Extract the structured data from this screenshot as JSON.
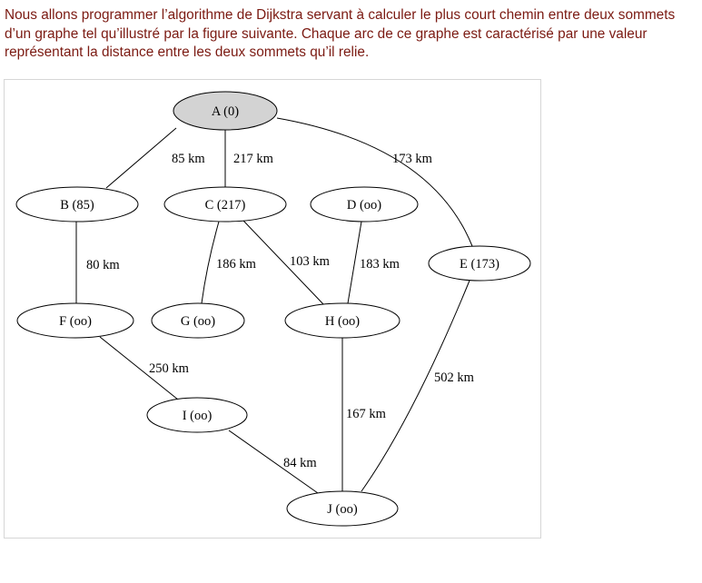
{
  "intro": {
    "lines": [
      "Nous allons programmer l’algorithme de Dijkstra servant à calculer le plus court chemin entre deux sommets",
      "d’un graphe tel qu’illustré par la figure suivante. Chaque arc de ce graphe est caractérisé par une valeur",
      "représentant la distance entre les deux sommets qu’il relie."
    ]
  },
  "graph": {
    "colors": {
      "source_fill": "#d3d3d3",
      "node_fill": "#ffffff",
      "stroke": "#000000"
    },
    "nodes": [
      {
        "id": "A",
        "label": "A (0)",
        "source": true
      },
      {
        "id": "B",
        "label": "B (85)"
      },
      {
        "id": "C",
        "label": "C (217)"
      },
      {
        "id": "D",
        "label": "D (oo)"
      },
      {
        "id": "E",
        "label": "E (173)"
      },
      {
        "id": "F",
        "label": "F (oo)"
      },
      {
        "id": "G",
        "label": "G (oo)"
      },
      {
        "id": "H",
        "label": "H (oo)"
      },
      {
        "id": "I",
        "label": "I (oo)"
      },
      {
        "id": "J",
        "label": "J (oo)"
      }
    ],
    "edges": [
      {
        "from": "A",
        "to": "B",
        "label": "85 km"
      },
      {
        "from": "A",
        "to": "C",
        "label": "217 km"
      },
      {
        "from": "A",
        "to": "E",
        "label": "173 km"
      },
      {
        "from": "B",
        "to": "F",
        "label": "80 km"
      },
      {
        "from": "C",
        "to": "G",
        "label": "186 km"
      },
      {
        "from": "C",
        "to": "H",
        "label": "103 km"
      },
      {
        "from": "D",
        "to": "H",
        "label": "183 km"
      },
      {
        "from": "E",
        "to": "J",
        "label": "502 km"
      },
      {
        "from": "F",
        "to": "I",
        "label": "250 km"
      },
      {
        "from": "H",
        "to": "J",
        "label": "167 km"
      },
      {
        "from": "I",
        "to": "J",
        "label": "84 km"
      }
    ]
  }
}
